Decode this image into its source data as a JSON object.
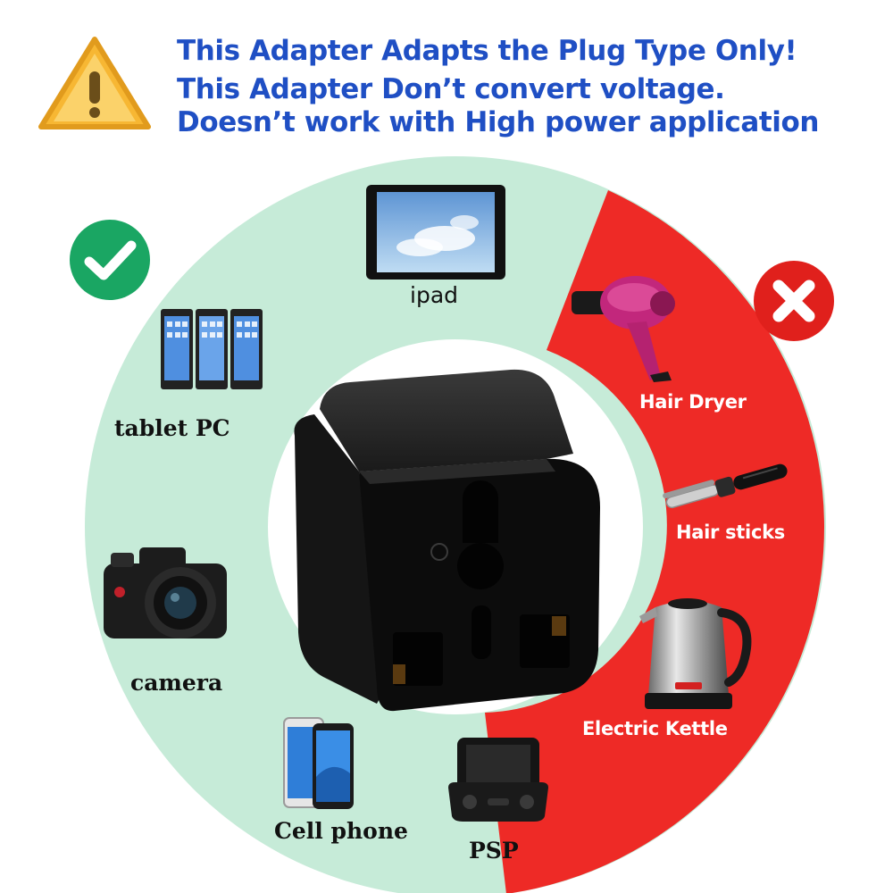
{
  "warning": {
    "lines": [
      "This Adapter Adapts the Plug Type Only!",
      "This Adapter Don’t convert voltage.",
      "Doesn’t work with High power application"
    ]
  },
  "compatible": {
    "items": [
      "ipad",
      "tablet PC",
      "camera",
      "Cell phone",
      "PSP"
    ]
  },
  "incompatible": {
    "items": [
      "Hair Dryer",
      "Hair sticks",
      "Electric Kettle"
    ]
  },
  "colors": {
    "headline": "#1f4fc4",
    "ring_compatible": "#c6ebd8",
    "ring_incompatible": "#ee2a26",
    "check_badge": "#1aa663",
    "cross_badge": "#e0201c",
    "warning_fill": "#f7b733"
  },
  "icons": {
    "warning": "warning-triangle-icon",
    "check": "check-icon",
    "cross": "cross-icon"
  }
}
